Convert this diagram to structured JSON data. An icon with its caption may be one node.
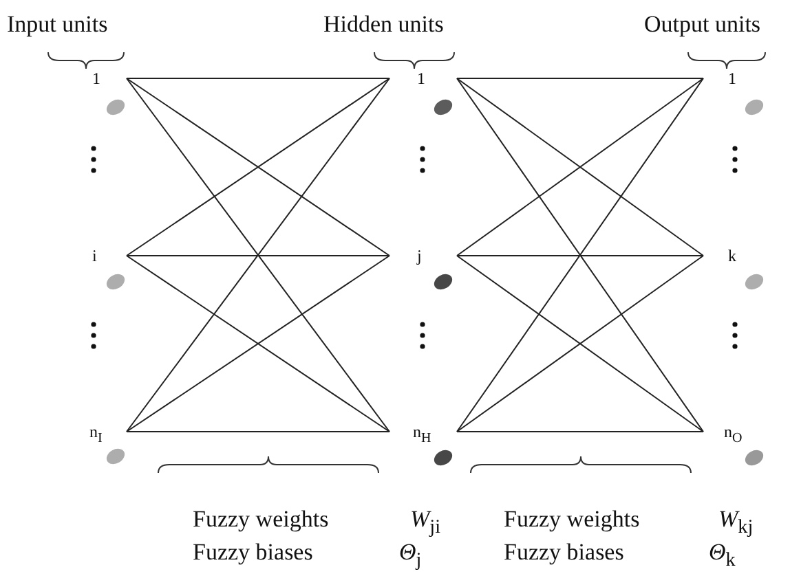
{
  "diagram": {
    "nodes": [
      {
        "text": [
          "1"
        ]
      },
      {
        "text": [
          "i"
        ]
      },
      {
        "text": [
          "n$_{I}$"
        ]
      },
      {
        "text": [
          "1"
        ]
      },
      {
        "text": [
          "j"
        ]
      },
      {
        "text": [
          "n$_{H}$"
        ]
      },
      {
        "text": [
          "1"
        ]
      },
      {
        "text": [
          "k"
        ]
      },
      {
        "text": [
          "n$_{O}$"
        ]
      }
    ],
    "edges": [
      {
        "from": 0,
        "to": 3,
        "arrow": "none"
      },
      {
        "from": 0,
        "to": 4,
        "arrow": "none"
      },
      {
        "from": 0,
        "to": 5,
        "arrow": "none"
      },
      {
        "from": 1,
        "to": 3,
        "arrow": "none"
      },
      {
        "from": 1,
        "to": 4,
        "arrow": "none"
      },
      {
        "from": 1,
        "to": 5,
        "arrow": "none"
      },
      {
        "from": 2,
        "to": 3,
        "arrow": "none"
      },
      {
        "from": 2,
        "to": 4,
        "arrow": "none"
      },
      {
        "from": 2,
        "to": 5,
        "arrow": "none"
      },
      {
        "from": 3,
        "to": 6,
        "arrow": "none"
      },
      {
        "from": 3,
        "to": 7,
        "arrow": "none"
      },
      {
        "from": 3,
        "to": 8,
        "arrow": "none"
      },
      {
        "from": 4,
        "to": 6,
        "arrow": "none"
      },
      {
        "from": 4,
        "to": 7,
        "arrow": "none"
      },
      {
        "from": 4,
        "to": 8,
        "arrow": "none"
      },
      {
        "from": 5,
        "to": 6,
        "arrow": "none"
      },
      {
        "from": 5,
        "to": 7,
        "arrow": "none"
      },
      {
        "from": 5,
        "to": 8,
        "arrow": "none"
      }
    ],
    "labels": [
      "Input units",
      "Hidden units",
      "Output units",
      "Fuzzy weights",
      "*W*$_{ji}$",
      "Fuzzy weights",
      "*W*$_{kj}$",
      "Fuzzy biases",
      "*Θ*$_{j}$",
      "Fuzzy biases",
      "*Θ*$_{k}$"
    ]
  }
}
